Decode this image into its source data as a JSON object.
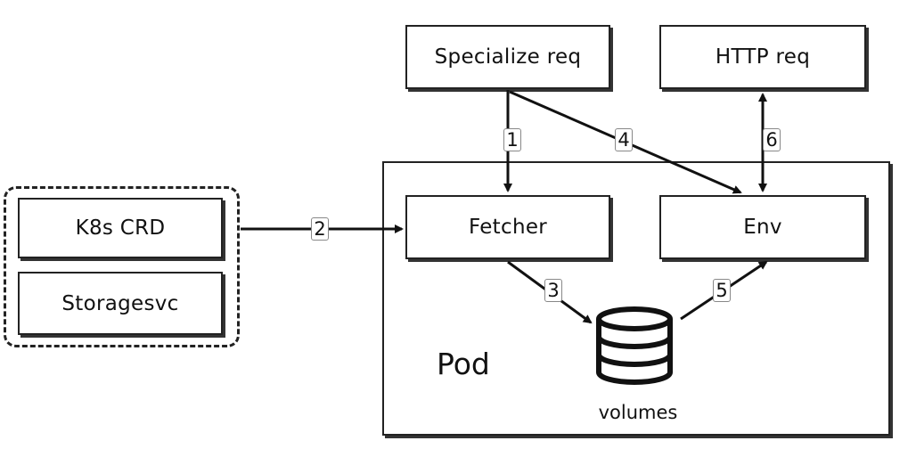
{
  "nodes": {
    "specialize_req": "Specialize req",
    "http_req": "HTTP req",
    "k8s_crd": "K8s CRD",
    "storagesvc": "Storagesvc",
    "fetcher": "Fetcher",
    "env": "Env",
    "pod": "Pod",
    "volumes": "volumes"
  },
  "edges": {
    "e1": "1",
    "e2": "2",
    "e3": "3",
    "e4": "4",
    "e5": "5",
    "e6": "6"
  }
}
